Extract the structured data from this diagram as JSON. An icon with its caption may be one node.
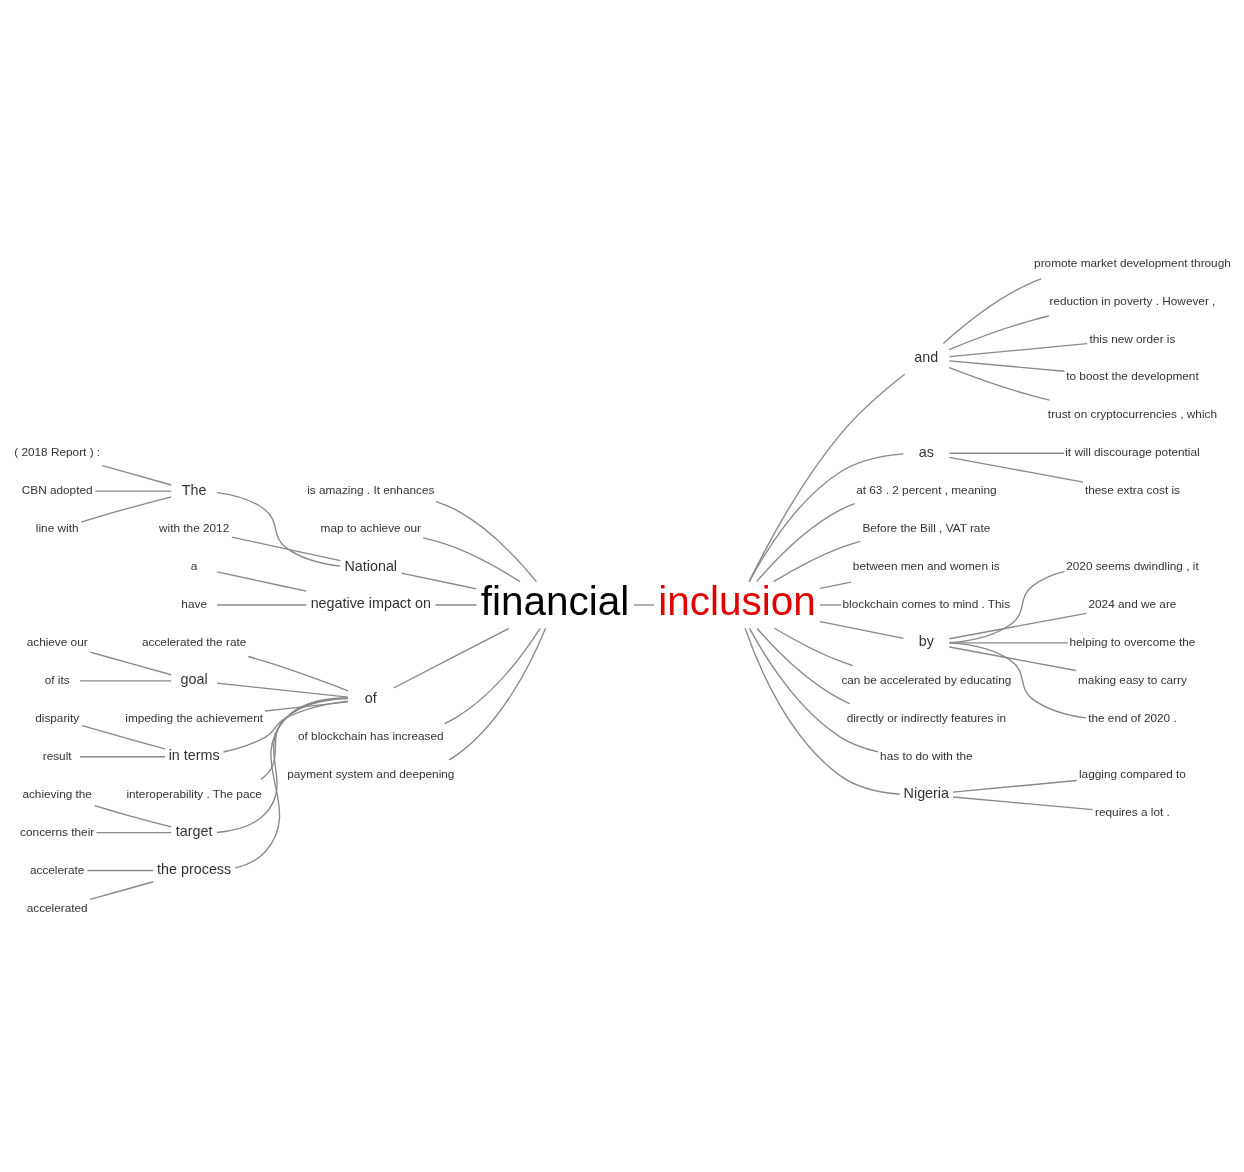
{
  "diagram": {
    "nodes": [
      {
        "text": [
          "is amazing . It enhances"
        ]
      },
      {
        "text": [
          "map to achieve our"
        ]
      },
      {
        "text": [
          "( 2018 Report ) :"
        ]
      },
      {
        "text": [
          "CBN adopted"
        ]
      },
      {
        "text": [
          "The"
        ]
      },
      {
        "text": [
          "National"
        ]
      },
      {
        "text": [
          "line with"
        ]
      },
      {
        "text": [
          "with the 2012"
        ]
      },
      {
        "text": [
          "a"
        ]
      },
      {
        "text": [
          "negative impact on"
        ]
      },
      {
        "text": [
          "have"
        ]
      },
      {
        "text": [
          "accelerated the rate"
        ]
      },
      {
        "text": [
          "achieve our"
        ]
      },
      {
        "text": [
          "goal"
        ]
      },
      {
        "text": [
          "of its"
        ]
      },
      {
        "text": [
          "impeding the achievement"
        ]
      },
      {
        "text": [
          "disparity"
        ]
      },
      {
        "text": [
          "in terms"
        ]
      },
      {
        "text": [
          "result"
        ]
      },
      {
        "text": [
          "of"
        ]
      },
      {
        "text": [
          "interoperability . The pace"
        ]
      },
      {
        "text": [
          "achieving the"
        ]
      },
      {
        "text": [
          "target"
        ]
      },
      {
        "text": [
          "concerns their"
        ]
      },
      {
        "text": [
          "accelerate"
        ]
      },
      {
        "text": [
          "the process"
        ]
      },
      {
        "text": [
          "accelerated"
        ]
      },
      {
        "text": [
          "of blockchain has increased"
        ]
      },
      {
        "text": [
          "payment system and deepening"
        ]
      },
      {
        "text": [
          "financial"
        ]
      },
      {
        "text": [
          "inclusion"
        ]
      },
      {
        "text": [
          "and"
        ]
      },
      {
        "text": [
          "promote market development through"
        ]
      },
      {
        "text": [
          "reduction in poverty . However ,"
        ]
      },
      {
        "text": [
          "this new order is"
        ]
      },
      {
        "text": [
          "to boost the development"
        ]
      },
      {
        "text": [
          "trust on cryptocurrencies , which"
        ]
      },
      {
        "text": [
          "as"
        ]
      },
      {
        "text": [
          "it will discourage potential"
        ]
      },
      {
        "text": [
          "these extra cost is"
        ]
      },
      {
        "text": [
          "at 63 . 2 percent , meaning"
        ]
      },
      {
        "text": [
          "Before the Bill , VAT rate"
        ]
      },
      {
        "text": [
          "between men and women is"
        ]
      },
      {
        "text": [
          "blockchain comes to mind . This"
        ]
      },
      {
        "text": [
          "by"
        ]
      },
      {
        "text": [
          "2020 seems dwindling , it"
        ]
      },
      {
        "text": [
          "2024 and we are"
        ]
      },
      {
        "text": [
          "helping to overcome the"
        ]
      },
      {
        "text": [
          "making easy to carry"
        ]
      },
      {
        "text": [
          "the end of 2020 ."
        ]
      },
      {
        "text": [
          "can be accelerated by educating"
        ]
      },
      {
        "text": [
          "directly or indirectly features in"
        ]
      },
      {
        "text": [
          "has to do with the"
        ]
      },
      {
        "text": [
          "Nigeria"
        ]
      },
      {
        "text": [
          "lagging compared to"
        ]
      },
      {
        "text": [
          "requires a lot ."
        ]
      }
    ],
    "edges": [
      {
        "from": 0,
        "to": 29,
        "arrow": "none"
      },
      {
        "from": 1,
        "to": 29,
        "arrow": "none"
      },
      {
        "from": 2,
        "to": 4,
        "arrow": "none"
      },
      {
        "from": 3,
        "to": 4,
        "arrow": "none"
      },
      {
        "from": 6,
        "to": 4,
        "arrow": "none"
      },
      {
        "from": 4,
        "to": 5,
        "arrow": "none"
      },
      {
        "from": 7,
        "to": 5,
        "arrow": "none"
      },
      {
        "from": 5,
        "to": 29,
        "arrow": "none"
      },
      {
        "from": 8,
        "to": 9,
        "arrow": "none"
      },
      {
        "from": 10,
        "to": 9,
        "arrow": "none"
      },
      {
        "from": 9,
        "to": 29,
        "arrow": "none"
      },
      {
        "from": 11,
        "to": 19,
        "arrow": "none"
      },
      {
        "from": 12,
        "to": 13,
        "arrow": "none"
      },
      {
        "from": 14,
        "to": 13,
        "arrow": "none"
      },
      {
        "from": 13,
        "to": 19,
        "arrow": "none"
      },
      {
        "from": 15,
        "to": 19,
        "arrow": "none"
      },
      {
        "from": 16,
        "to": 17,
        "arrow": "none"
      },
      {
        "from": 18,
        "to": 17,
        "arrow": "none"
      },
      {
        "from": 17,
        "to": 19,
        "arrow": "none"
      },
      {
        "from": 20,
        "to": 19,
        "arrow": "none"
      },
      {
        "from": 21,
        "to": 22,
        "arrow": "none"
      },
      {
        "from": 23,
        "to": 22,
        "arrow": "none"
      },
      {
        "from": 22,
        "to": 19,
        "arrow": "none"
      },
      {
        "from": 24,
        "to": 25,
        "arrow": "none"
      },
      {
        "from": 26,
        "to": 25,
        "arrow": "none"
      },
      {
        "from": 25,
        "to": 19,
        "arrow": "none"
      },
      {
        "from": 19,
        "to": 29,
        "arrow": "none"
      },
      {
        "from": 27,
        "to": 29,
        "arrow": "none"
      },
      {
        "from": 28,
        "to": 29,
        "arrow": "none"
      },
      {
        "from": 29,
        "to": 30,
        "arrow": "none"
      },
      {
        "from": 30,
        "to": 31,
        "arrow": "none"
      },
      {
        "from": 31,
        "to": 32,
        "arrow": "none"
      },
      {
        "from": 31,
        "to": 33,
        "arrow": "none"
      },
      {
        "from": 31,
        "to": 34,
        "arrow": "none"
      },
      {
        "from": 31,
        "to": 35,
        "arrow": "none"
      },
      {
        "from": 31,
        "to": 36,
        "arrow": "none"
      },
      {
        "from": 30,
        "to": 37,
        "arrow": "none"
      },
      {
        "from": 37,
        "to": 38,
        "arrow": "none"
      },
      {
        "from": 37,
        "to": 39,
        "arrow": "none"
      },
      {
        "from": 30,
        "to": 40,
        "arrow": "none"
      },
      {
        "from": 30,
        "to": 41,
        "arrow": "none"
      },
      {
        "from": 30,
        "to": 42,
        "arrow": "none"
      },
      {
        "from": 30,
        "to": 43,
        "arrow": "none"
      },
      {
        "from": 30,
        "to": 44,
        "arrow": "none"
      },
      {
        "from": 44,
        "to": 45,
        "arrow": "none"
      },
      {
        "from": 44,
        "to": 46,
        "arrow": "none"
      },
      {
        "from": 44,
        "to": 47,
        "arrow": "none"
      },
      {
        "from": 44,
        "to": 48,
        "arrow": "none"
      },
      {
        "from": 44,
        "to": 49,
        "arrow": "none"
      },
      {
        "from": 30,
        "to": 50,
        "arrow": "none"
      },
      {
        "from": 30,
        "to": 51,
        "arrow": "none"
      },
      {
        "from": 30,
        "to": 52,
        "arrow": "none"
      },
      {
        "from": 30,
        "to": 53,
        "arrow": "none"
      },
      {
        "from": 53,
        "to": 54,
        "arrow": "none"
      },
      {
        "from": 53,
        "to": 55,
        "arrow": "none"
      }
    ]
  }
}
